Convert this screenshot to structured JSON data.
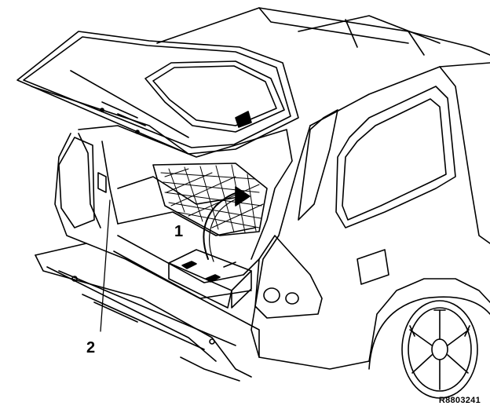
{
  "diagram": {
    "callouts": [
      {
        "id": "1",
        "label": "1"
      },
      {
        "id": "2",
        "label": "2"
      }
    ],
    "reference_code": "R8803241"
  }
}
